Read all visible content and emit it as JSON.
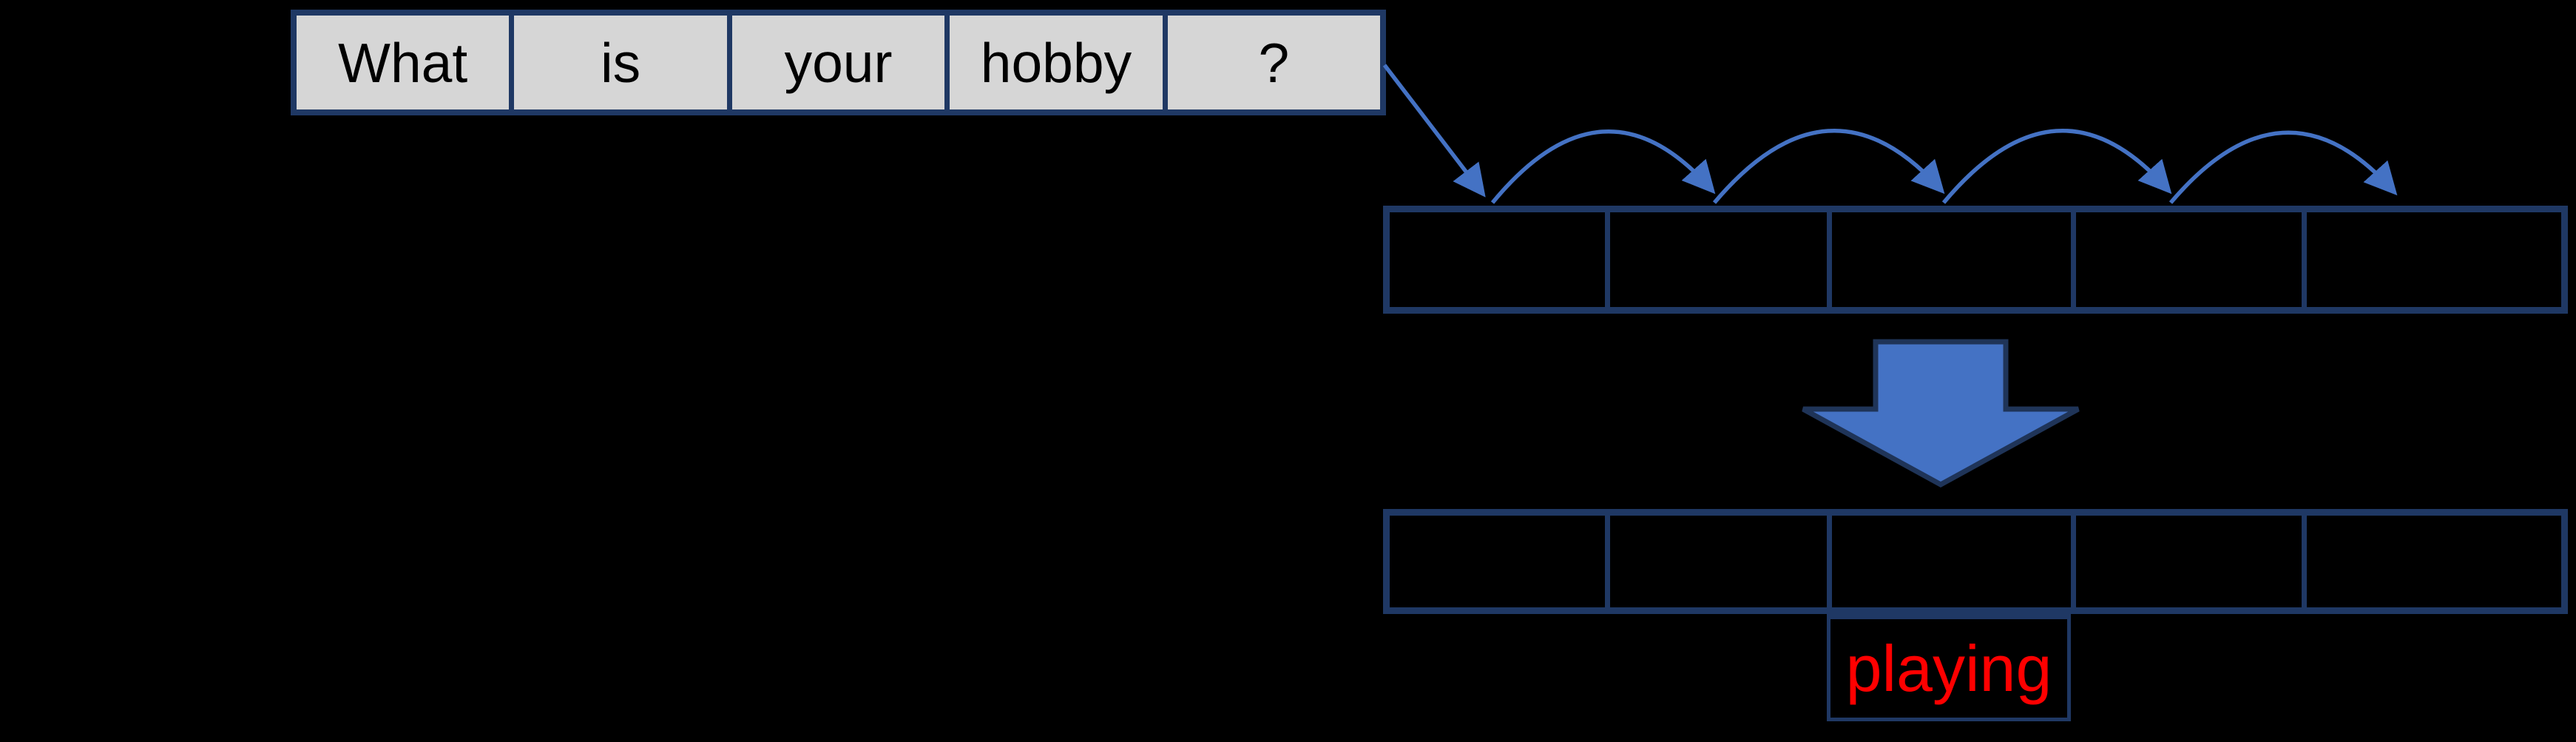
{
  "colors": {
    "background": "#000000",
    "cell_fill": "#D6D6D6",
    "table_border": "#1F3864",
    "arrow_blue": "#4472C4",
    "output_text": "#FF0000",
    "word_text": "#000000"
  },
  "sentence": {
    "words": [
      "What",
      "is",
      "your",
      "hobby",
      "?"
    ]
  },
  "token_row": {
    "cell_count": 5
  },
  "embedding_row": {
    "cell_count": 5
  },
  "arrows": {
    "hop_arc_count": 4
  },
  "output": {
    "label": "playing"
  }
}
